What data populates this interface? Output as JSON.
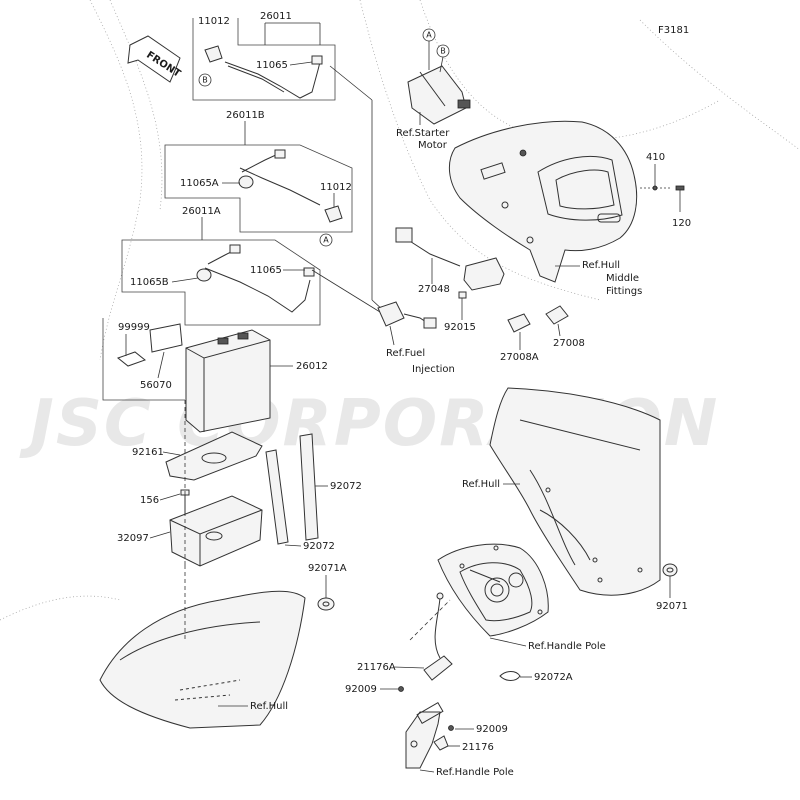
{
  "figure_code": "F3181",
  "watermark": "JSC CORPORATION",
  "front_label": "FRONT",
  "callouts": [
    "A",
    "B"
  ],
  "parts": {
    "p26011": "26011",
    "p11012_top": "11012",
    "p11065_top": "11065",
    "p26011B": "26011B",
    "p11065A": "11065A",
    "p11012_mid": "11012",
    "p26011A": "26011A",
    "p11065B": "11065B",
    "p11065_mid": "11065",
    "p99999": "99999",
    "p56070": "56070",
    "p26012": "26012",
    "p92161": "92161",
    "p156": "156",
    "p32097": "32097",
    "p92072_a": "92072",
    "p92072_b": "92072",
    "p92071A": "92071A",
    "p410": "410",
    "p120": "120",
    "p27048": "27048",
    "p92015": "92015",
    "p27008A": "27008A",
    "p27008": "27008",
    "p92071": "92071",
    "p21176A": "21176A",
    "p92009_a": "92009",
    "p92072A": "92072A",
    "p92009_b": "92009",
    "p21176": "21176"
  },
  "refs": {
    "starter_1": "Ref.Starter",
    "starter_2": "Motor",
    "hull_mid_1": "Ref.Hull",
    "hull_mid_2": "Middle",
    "hull_mid_3": "Fittings",
    "fuel_1": "Ref.Fuel",
    "fuel_2": "Injection",
    "hull_right": "Ref.Hull",
    "handle_pole_1": "Ref.Handle Pole",
    "hull_bottom": "Ref.Hull",
    "handle_pole_2": "Ref.Handle Pole"
  }
}
